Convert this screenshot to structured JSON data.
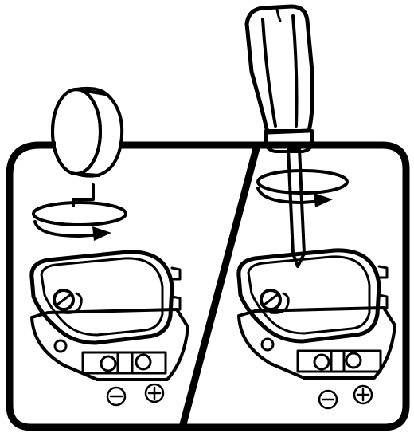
{
  "panels": [
    {
      "tool": "coin",
      "rotation": "counter-clockwise",
      "polarity_minus": "⊖",
      "polarity_plus": "⊕"
    },
    {
      "tool": "screwdriver",
      "rotation": "counter-clockwise",
      "polarity_minus": "⊖",
      "polarity_plus": "⊕"
    }
  ],
  "colors": {
    "ink": "#000000",
    "background": "#ffffff"
  }
}
